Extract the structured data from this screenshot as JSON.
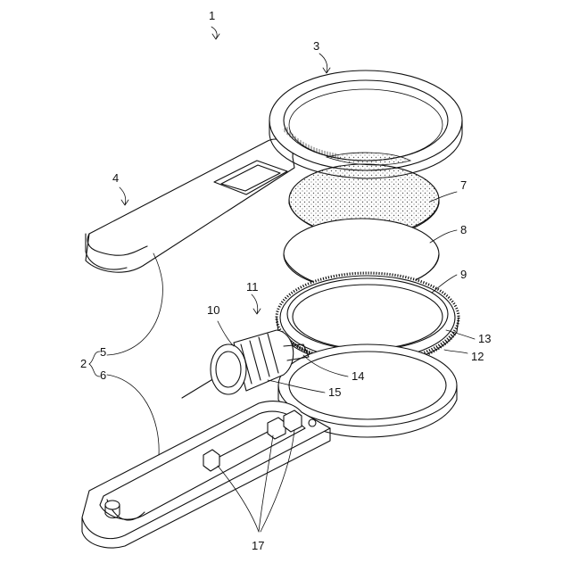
{
  "figure": {
    "labels": {
      "l1": "1",
      "l2": "2",
      "l3": "3",
      "l4": "4",
      "l5": "5",
      "l6": "6",
      "l7": "7",
      "l8": "8",
      "l9": "9",
      "l10": "10",
      "l11": "11",
      "l12": "12",
      "l13": "13",
      "l14": "14",
      "l15": "15",
      "l17": "17"
    }
  }
}
